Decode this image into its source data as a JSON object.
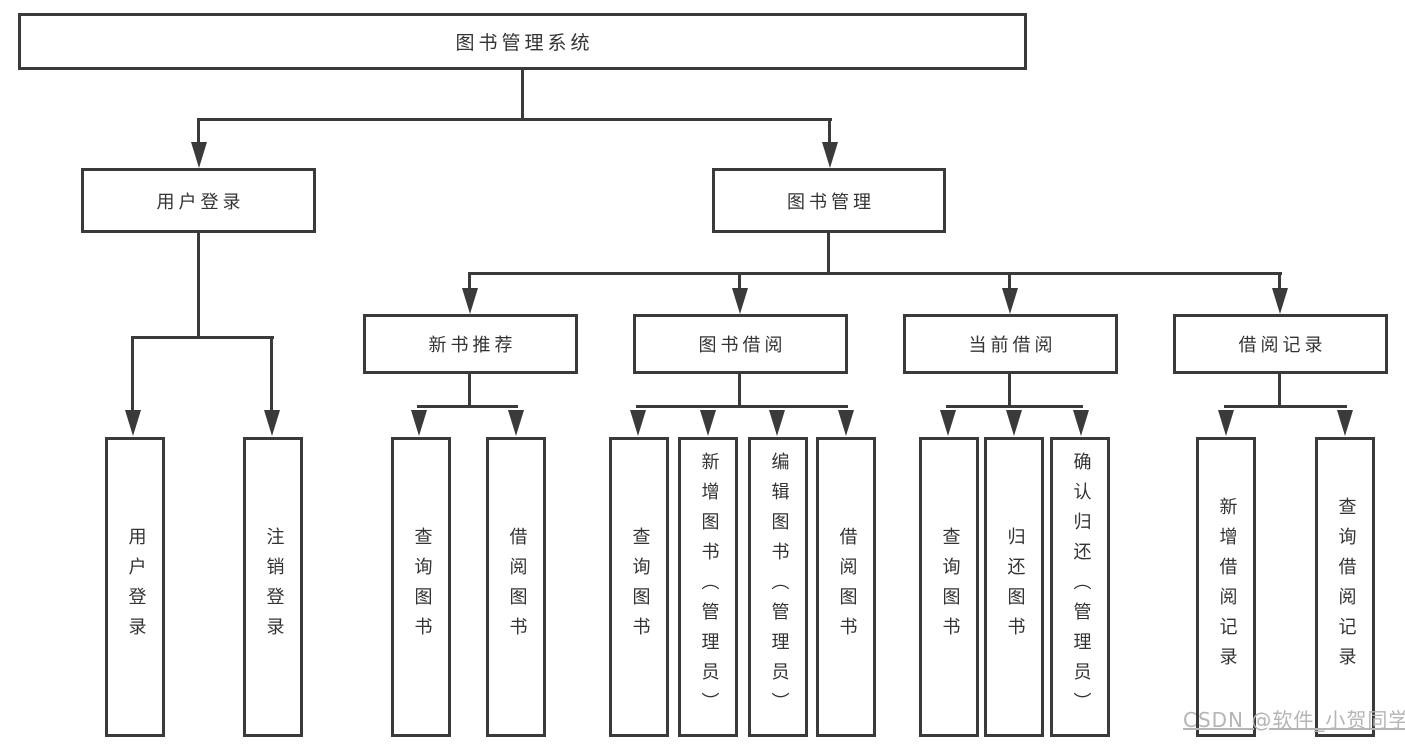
{
  "colors": {
    "line": "#3a3a3a",
    "text": "#333333",
    "background": "#ffffff",
    "watermark": "#b5b5b5"
  },
  "diagram": {
    "root": "图书管理系统",
    "level2": [
      "用户登录",
      "图书管理"
    ],
    "level3": [
      "新书推荐",
      "图书借阅",
      "当前借阅",
      "借阅记录"
    ],
    "leaves": {
      "user_login": [
        "用户登录",
        "注销登录"
      ],
      "new_book": [
        "查询图书",
        "借阅图书"
      ],
      "book_borrow": [
        "查询图书",
        "新增图书（管理员）",
        "编辑图书（管理员）",
        "借阅图书"
      ],
      "current_borrow": [
        "查询图书",
        "归还图书",
        "确认归还（管理员）"
      ],
      "borrow_record": [
        "新增借阅记录",
        "查询借阅记录"
      ]
    }
  },
  "watermark": "CSDN @软件_小贺同学"
}
